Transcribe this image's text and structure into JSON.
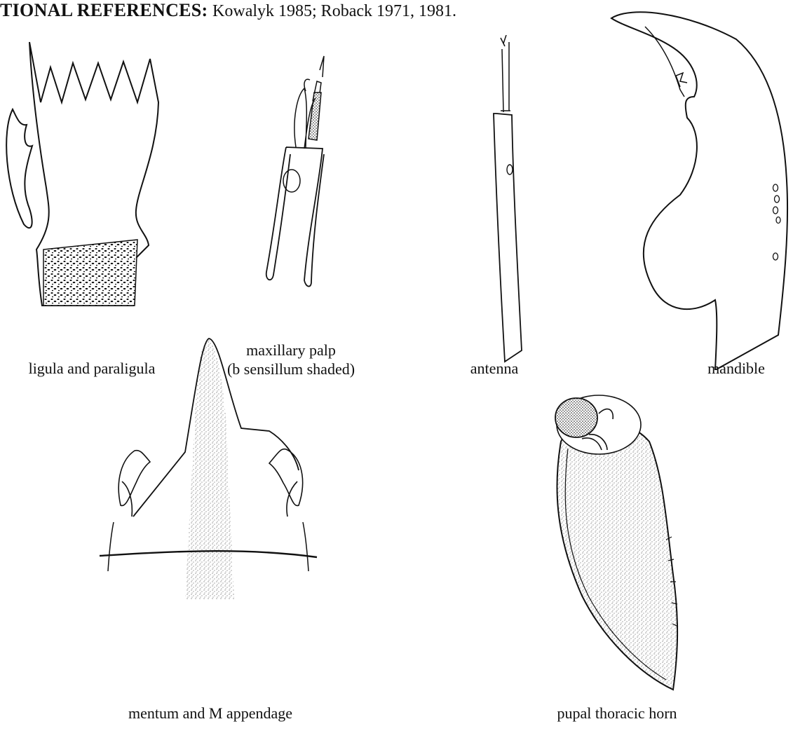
{
  "header": {
    "title": "TIONAL REFERENCES:",
    "references": "Kowalyk 1985; Roback 1971, 1981."
  },
  "figures": {
    "ligula": {
      "caption": "ligula and paraligula"
    },
    "palp": {
      "caption_line1": "maxillary palp",
      "caption_line2": "(b sensillum shaded)"
    },
    "antenna": {
      "caption": "antenna"
    },
    "mandible": {
      "caption": "mandible"
    },
    "mentum": {
      "caption": "mentum and M appendage"
    },
    "horn": {
      "caption": "pupal thoracic horn"
    }
  },
  "colors": {
    "ink": "#111111",
    "paper": "#ffffff"
  }
}
